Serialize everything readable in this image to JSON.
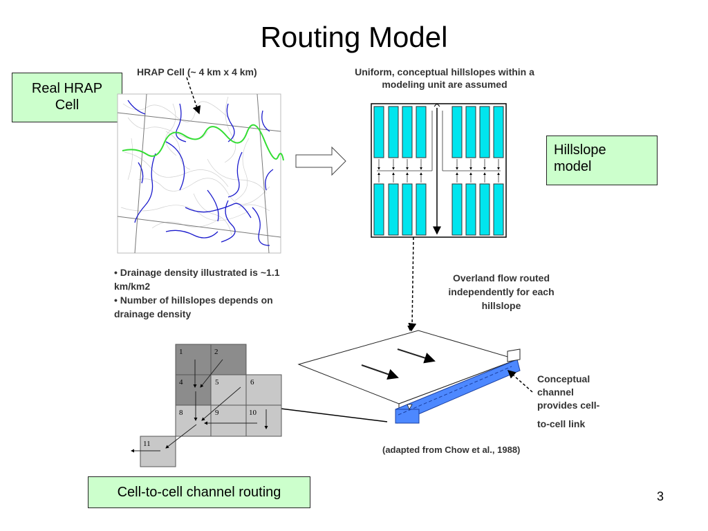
{
  "slide": {
    "title": "Routing Model",
    "page_number": "3"
  },
  "callouts": {
    "real_hrap_cell": [
      "Real HRAP",
      "Cell"
    ],
    "hillslope_model": [
      "Hillslope",
      "model"
    ],
    "cell_to_cell": "Cell-to-cell channel routing"
  },
  "captions": {
    "hrap_cell": "HRAP Cell (~ 4 km x 4 km)",
    "uniform_hillslopes": [
      "Uniform, conceptual hillslopes within a",
      "modeling unit are assumed"
    ],
    "overland_flow": [
      "Overland flow routed",
      "independently for each",
      "hillslope"
    ],
    "conceptual_channel": [
      "Conceptual",
      "channel",
      "provides cell-",
      "to-cell link"
    ],
    "adapted": "(adapted from Chow et al., 1988)"
  },
  "bullets": [
    [
      "•  Drainage density illustrated is ~1.1",
      "km/km2"
    ],
    [
      "•  Number of hillslopes depends on",
      "drainage density"
    ]
  ],
  "grid_cells": {
    "labels": [
      "1",
      "2",
      "4",
      "5",
      "6",
      "8",
      "9",
      "10",
      "11"
    ]
  },
  "colors": {
    "callout_fill": "#ccffcc",
    "hillslope_fill": "#00e5ee",
    "channel_fill": "#4d88ff",
    "stream_blue": "#1a1acc",
    "main_channel_green": "#33dd33",
    "dark_cell": "#8c8c8c",
    "light_cell": "#c8c8c8"
  }
}
